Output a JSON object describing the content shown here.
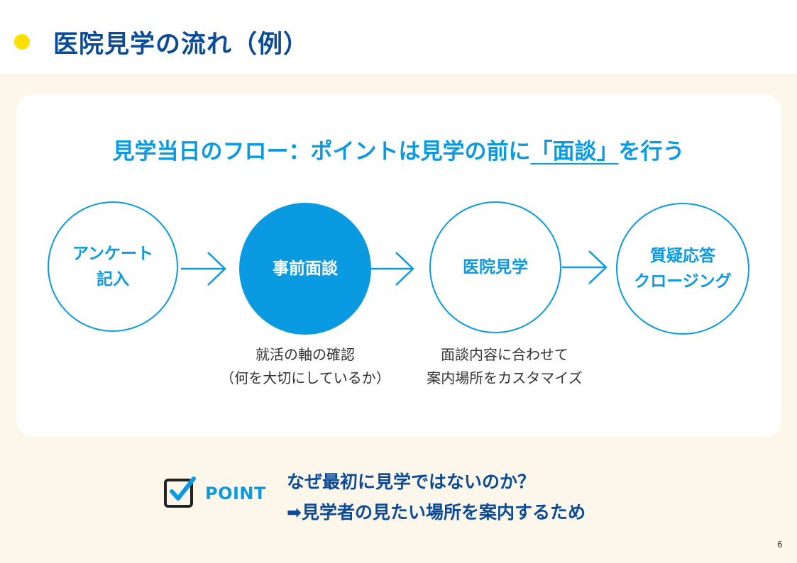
{
  "header": {
    "title": "医院見学の流れ（例）"
  },
  "flow": {
    "title_prefix": "見学当日のフロー：ポイントは見学の前に",
    "title_highlight": "「面談」",
    "title_suffix": "を行う",
    "steps": [
      {
        "label": "アンケート\n記入",
        "active": false
      },
      {
        "label": "事前面談",
        "active": true
      },
      {
        "label": "医院見学",
        "active": false
      },
      {
        "label": "質疑応答\nクロージング",
        "active": false
      }
    ],
    "notes": [
      "就活の軸の確認\n（何を大切にしているか）",
      "面談内容に合わせて\n案内場所をカスタマイズ"
    ]
  },
  "point": {
    "label": "POINT",
    "question": "なぜ最初に見学ではないのか？",
    "answer": "➡見学者の見たい場所を案内するため"
  },
  "footer": {
    "page_number": "6"
  },
  "colors": {
    "accent": "#0a9ae2",
    "navy": "#0a4a96",
    "bullet": "#ffe000",
    "background": "#fdf6ea"
  },
  "icons": {
    "checkbox": "checkbox-checked-icon",
    "arrow": "arrow-right-icon",
    "bullet": "circle-bullet-icon"
  }
}
